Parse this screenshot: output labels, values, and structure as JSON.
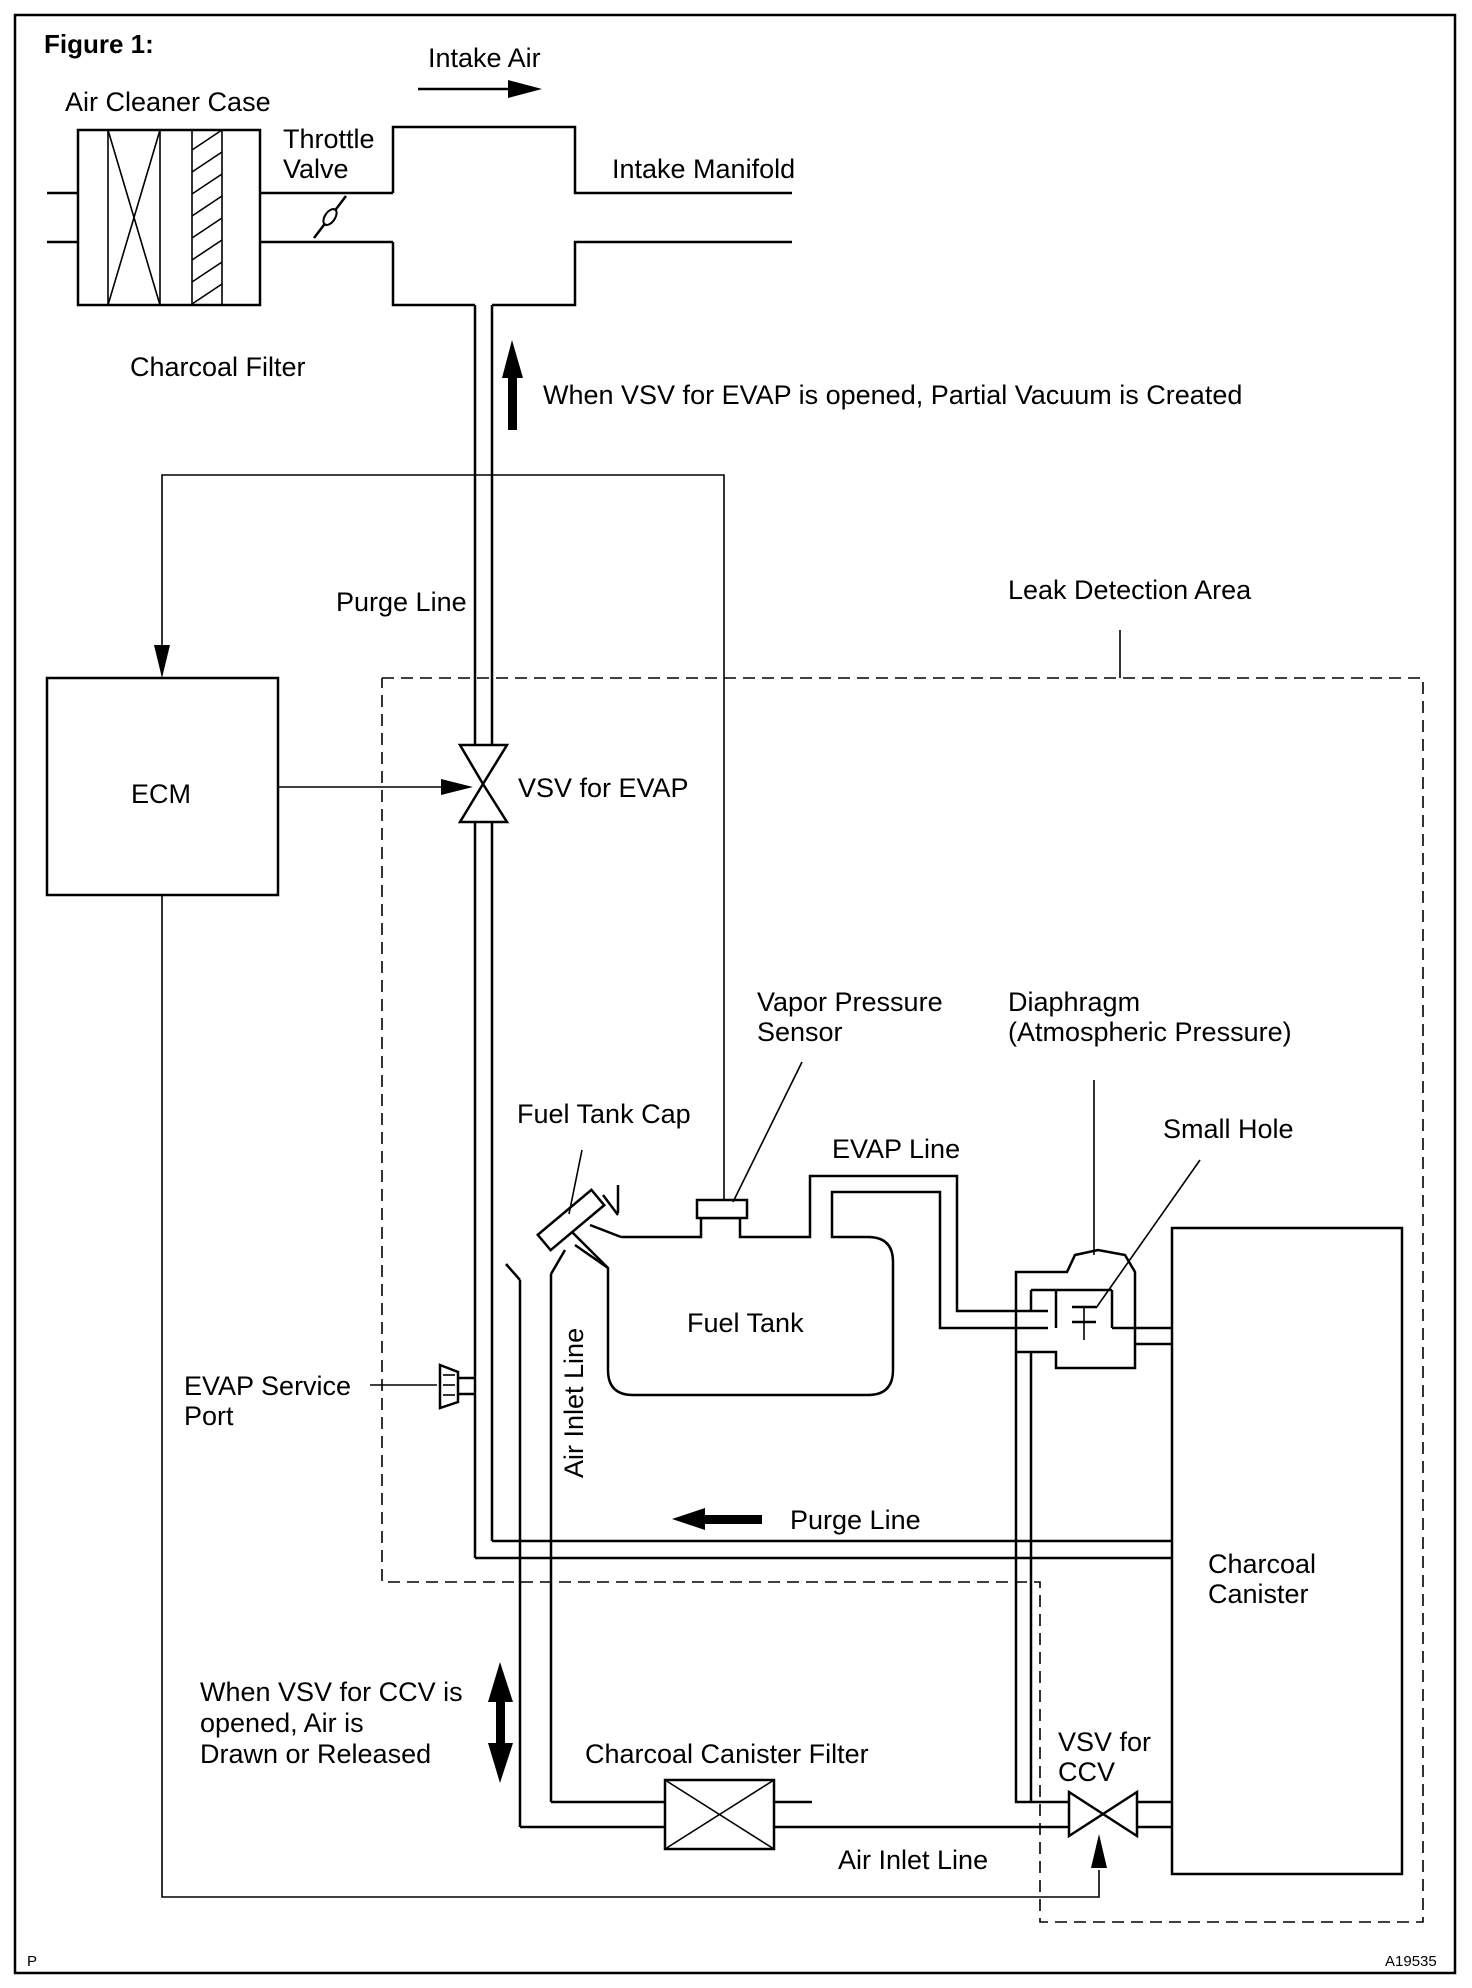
{
  "figure_title": "Figure 1:",
  "labels": {
    "intake_air": "Intake Air",
    "air_cleaner_case": "Air Cleaner Case",
    "throttle_valve_1": "Throttle",
    "throttle_valve_2": "Valve",
    "intake_manifold": "Intake Manifold",
    "charcoal_filter": "Charcoal Filter",
    "partial_vacuum_note": "When VSV for EVAP is opened, Partial Vacuum is Created",
    "purge_line_top": "Purge Line",
    "leak_detection_area": "Leak Detection Area",
    "ecm": "ECM",
    "vsv_for_evap": "VSV for EVAP",
    "vapor_pressure_sensor_1": "Vapor Pressure",
    "vapor_pressure_sensor_2": "Sensor",
    "diaphragm_1": "Diaphragm",
    "diaphragm_2": "(Atmospheric Pressure)",
    "fuel_tank_cap": "Fuel Tank Cap",
    "evap_line": "EVAP Line",
    "small_hole": "Small Hole",
    "fuel_tank": "Fuel Tank",
    "air_inlet_line_vertical": "Air Inlet Line",
    "evap_service_port_1": "EVAP Service",
    "evap_service_port_2": "Port",
    "purge_line_bottom": "Purge Line",
    "charcoal_canister_1": "Charcoal",
    "charcoal_canister_2": "Canister",
    "ccv_note_1": "When VSV for CCV is",
    "ccv_note_2": "opened, Air is",
    "ccv_note_3": "Drawn or Released",
    "vsv_for_ccv_1": "VSV for",
    "vsv_for_ccv_2": "CCV",
    "charcoal_canister_filter": "Charcoal Canister Filter",
    "air_inlet_line_bottom": "Air Inlet Line",
    "corner_left": "P",
    "corner_right": "A19535"
  }
}
